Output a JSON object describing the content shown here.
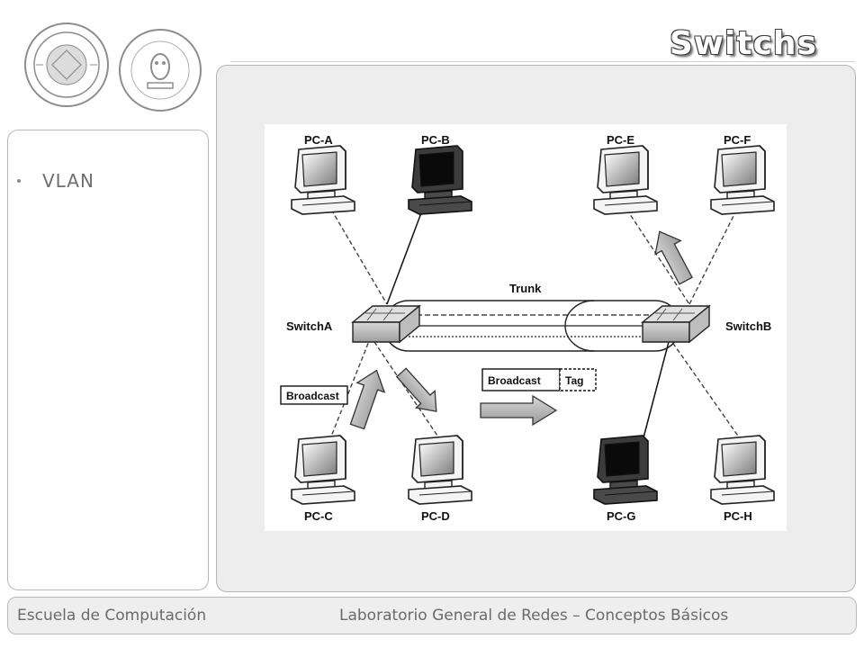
{
  "slide_title": "Switchs",
  "bullets": [
    "VLAN"
  ],
  "footer": {
    "left": "Escuela de Computación",
    "right": "Laboratorio General de Redes – Conceptos Básicos"
  },
  "logos": [
    "ucv-seal-logo",
    "facultad-de-ciencias-logo"
  ],
  "diagram": {
    "pcs": {
      "a": "PC-A",
      "b": "PC-B",
      "c": "PC-C",
      "d": "PC-D",
      "e": "PC-E",
      "f": "PC-F",
      "g": "PC-G",
      "h": "PC-H"
    },
    "switch_a": "SwitchA",
    "switch_b": "SwitchB",
    "trunk": "Trunk",
    "broadcast_left": "Broadcast",
    "broadcast_frame": "Broadcast",
    "tag": "Tag"
  },
  "colors": {
    "panel_bg": "#ededed",
    "panel_border": "#b5b5b5",
    "text_gray": "#6a6a6a",
    "dark_pc": "#3a3a3a",
    "light_pc": "#f3f3f3"
  }
}
